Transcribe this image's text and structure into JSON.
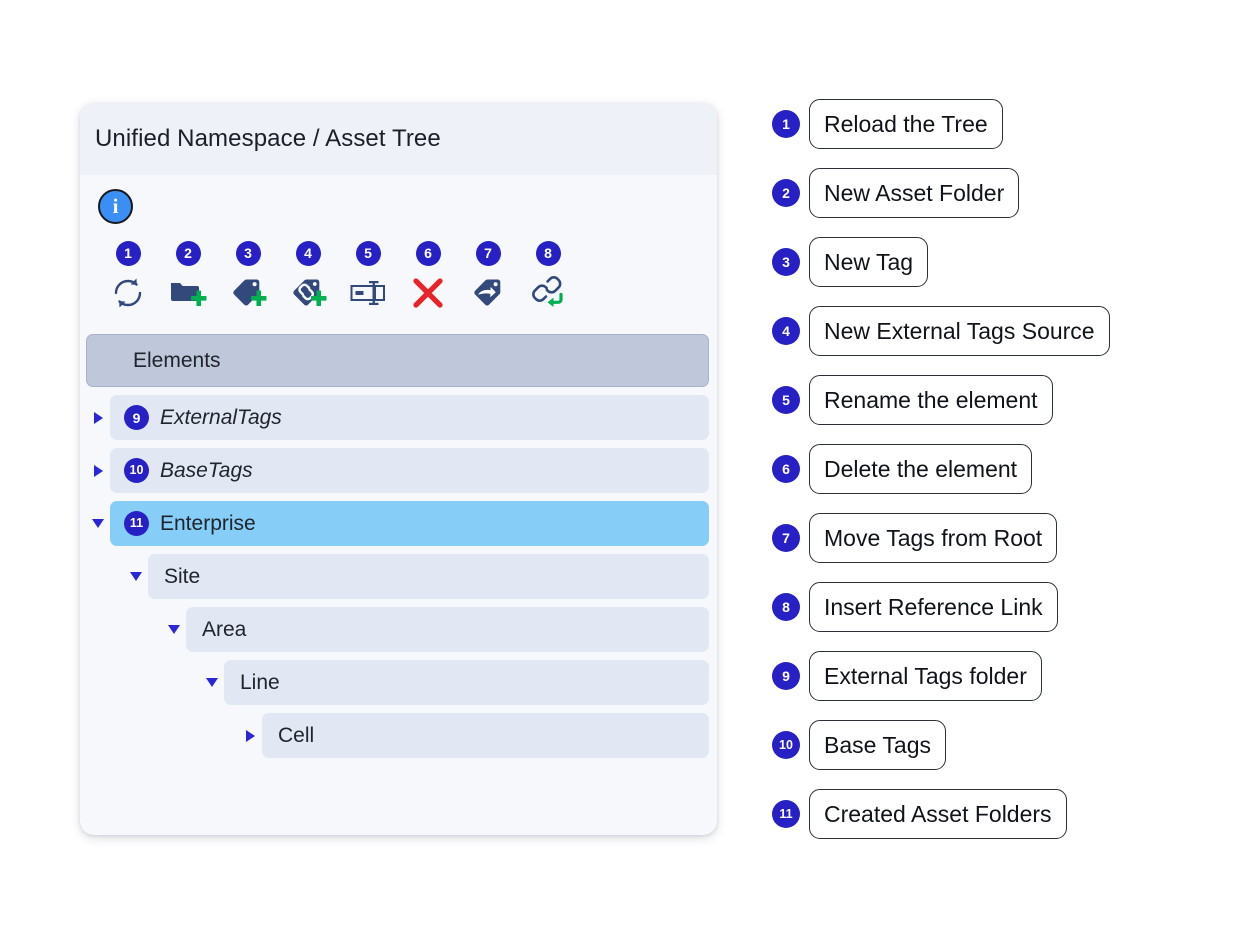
{
  "panel": {
    "title": "Unified Namespace / Asset Tree",
    "info_icon_label": "i",
    "elements_header": "Elements"
  },
  "toolbar": {
    "items": [
      {
        "num": "1",
        "icon": "reload-icon",
        "tooltip": "Reload the Tree"
      },
      {
        "num": "2",
        "icon": "folder-plus-icon",
        "tooltip": "New Asset Folder"
      },
      {
        "num": "3",
        "icon": "tag-plus-icon",
        "tooltip": "New Tag"
      },
      {
        "num": "4",
        "icon": "tag-link-plus-icon",
        "tooltip": "New External Tags Source"
      },
      {
        "num": "5",
        "icon": "rename-input-icon",
        "tooltip": "Rename the element"
      },
      {
        "num": "6",
        "icon": "delete-x-icon",
        "tooltip": "Delete the element"
      },
      {
        "num": "7",
        "icon": "tag-move-arrow-icon",
        "tooltip": "Move Tags from Root"
      },
      {
        "num": "8",
        "icon": "link-return-icon",
        "tooltip": "Insert Reference Link"
      }
    ]
  },
  "tree": {
    "rows": [
      {
        "label": "ExternalTags",
        "badge": "9",
        "twisty": "right",
        "indent": 0,
        "italic": true,
        "selected": false
      },
      {
        "label": "BaseTags",
        "badge": "10",
        "twisty": "right",
        "indent": 0,
        "italic": true,
        "selected": false
      },
      {
        "label": "Enterprise",
        "badge": "11",
        "twisty": "down",
        "indent": 0,
        "italic": false,
        "selected": true
      },
      {
        "label": "Site",
        "badge": "",
        "twisty": "down",
        "indent": 1,
        "italic": false,
        "selected": false
      },
      {
        "label": "Area",
        "badge": "",
        "twisty": "down",
        "indent": 2,
        "italic": false,
        "selected": false
      },
      {
        "label": "Line",
        "badge": "",
        "twisty": "down",
        "indent": 3,
        "italic": false,
        "selected": false
      },
      {
        "label": "Cell",
        "badge": "",
        "twisty": "right",
        "indent": 4,
        "italic": false,
        "selected": false
      }
    ]
  },
  "legend": {
    "items": [
      {
        "num": "1",
        "label": "Reload the Tree"
      },
      {
        "num": "2",
        "label": "New Asset Folder"
      },
      {
        "num": "3",
        "label": "New Tag"
      },
      {
        "num": "4",
        "label": "New External Tags Source"
      },
      {
        "num": "5",
        "label": "Rename the element"
      },
      {
        "num": "6",
        "label": "Delete the element"
      },
      {
        "num": "7",
        "label": "Move Tags from Root"
      },
      {
        "num": "8",
        "label": "Insert Reference Link"
      },
      {
        "num": "9",
        "label": "External Tags folder"
      },
      {
        "num": "10",
        "label": "Base Tags"
      },
      {
        "num": "11",
        "label": "Created Asset Folders"
      }
    ]
  },
  "colors": {
    "badge_blue": "#2720c4",
    "info_blue": "#3b8ef4",
    "selected_row": "#86cdf8",
    "row_bg": "#e2e8f3",
    "elements_header": "#bfc8da",
    "icon_navy": "#33497c",
    "icon_green": "#00b050",
    "icon_red": "#e8232a",
    "panel_bg": "#f6f8fc",
    "panel_header_bg": "#eef1f7"
  }
}
